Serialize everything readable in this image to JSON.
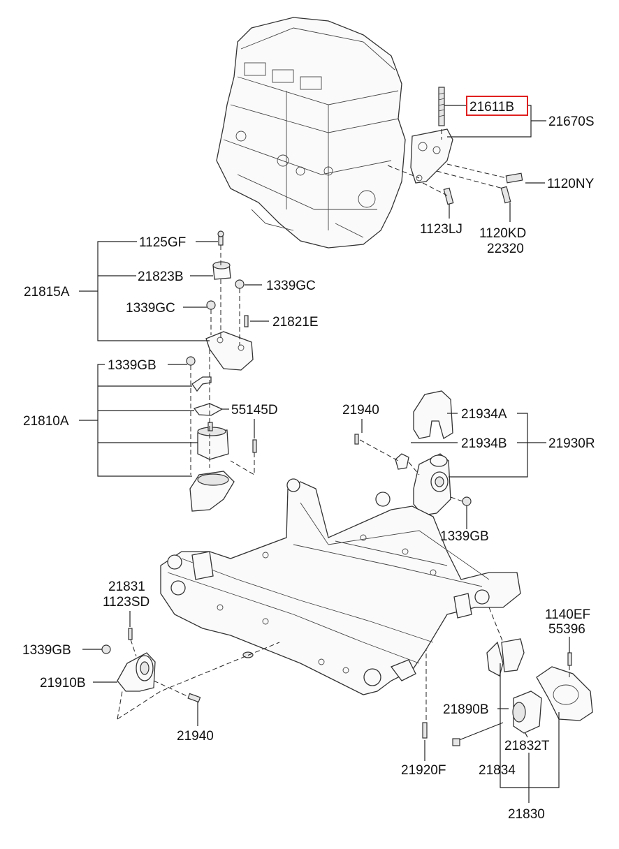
{
  "labels": {
    "l21611B": "21611B",
    "l21670S": "21670S",
    "l1120NY": "1120NY",
    "l1123LJ": "1123LJ",
    "l1120KD": "1120KD",
    "l22320": "22320",
    "l1125GF": "1125GF",
    "l21823B": "21823B",
    "l21815A": "21815A",
    "l1339GC_a": "1339GC",
    "l1339GC_b": "1339GC",
    "l21821E": "21821E",
    "l1339GB_a": "1339GB",
    "l21810A": "21810A",
    "l55145D": "55145D",
    "l21940_a": "21940",
    "l21934A": "21934A",
    "l21934B": "21934B",
    "l21930R": "21930R",
    "l1339GB_b": "1339GB",
    "l21831": "21831",
    "l1123SD": "1123SD",
    "l1339GB_c": "1339GB",
    "l21910B": "21910B",
    "l21940_b": "21940",
    "l1140EF": "1140EF",
    "l55396": "55396",
    "l21890B": "21890B",
    "l21832T": "21832T",
    "l21834": "21834",
    "l21920F": "21920F",
    "l21830": "21830"
  },
  "highlight": {
    "part": "21611B",
    "color": "#e02020"
  }
}
